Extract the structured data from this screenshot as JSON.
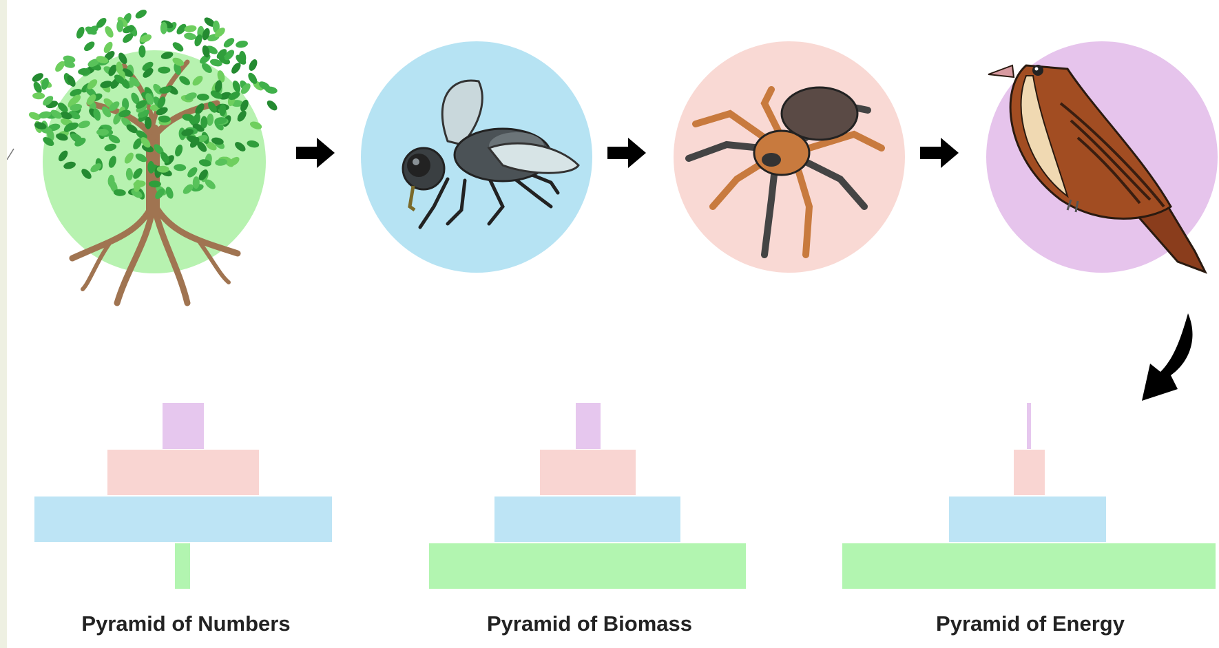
{
  "food_chain": {
    "organisms": [
      {
        "name": "tree",
        "circle_color": "#b7f2b0"
      },
      {
        "name": "fly",
        "circle_color": "#b6e3f3"
      },
      {
        "name": "spider",
        "circle_color": "#f9d9d4"
      },
      {
        "name": "bird",
        "circle_color": "#e6c4ec"
      }
    ],
    "arrow_color": "#000000"
  },
  "pyramids": [
    {
      "label": "Pyramid of Numbers"
    },
    {
      "label": "Pyramid of Biomass"
    },
    {
      "label": "Pyramid of Energy"
    }
  ],
  "colors": {
    "producer": "#b2f5b0",
    "primary_consumer": "#bde4f5",
    "secondary_consumer": "#f9d5d2",
    "tertiary_consumer": "#e6c7ee"
  }
}
